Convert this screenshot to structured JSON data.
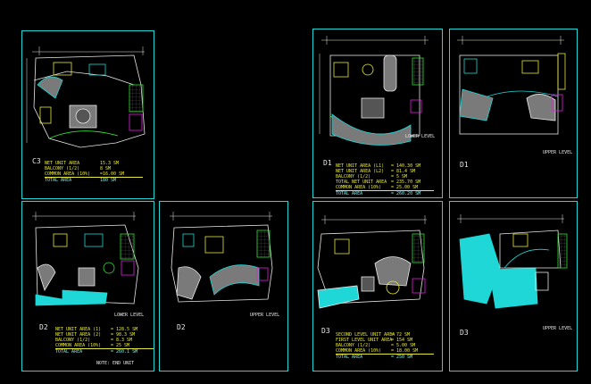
{
  "panels": {
    "c3": {
      "label": "C3",
      "rows": [
        {
          "k": "NET UNIT AREA",
          "v": "15.3 SM"
        },
        {
          "k": "BALCONY (1/2)",
          "v": "8 SM"
        },
        {
          "k": "COMMON AREA (10%)",
          "v": "=16.00 SM"
        },
        {
          "k": "TOTAL AREA",
          "v": "180 SM"
        }
      ]
    },
    "d1a": {
      "label": "D1",
      "level": "LOWER LEVEL",
      "rows": [
        {
          "k": "NET UNIT AREA (L1)",
          "v": "= 140.30 SM"
        },
        {
          "k": "NET UNIT AREA (L2)",
          "v": "= 81.4 SM"
        },
        {
          "k": "BALCONY (1/2)",
          "v": "= 5 SM"
        },
        {
          "k": "TOTAL NET UNIT AREA",
          "v": "= 235.70 SM"
        },
        {
          "k": "COMMON AREA (10%)",
          "v": "= 25.00 SM"
        },
        {
          "k": "TOTAL AREA",
          "v": "= 260.20 SM"
        }
      ]
    },
    "d1b": {
      "label": "D1",
      "level": "UPPER LEVEL"
    },
    "d2a": {
      "label": "D2",
      "level": "LOWER LEVEL",
      "rows": [
        {
          "k": "NET UNIT AREA (1)",
          "v": "= 128.5 SM"
        },
        {
          "k": "NET UNIT AREA (2)",
          "v": "= 98.3 SM"
        },
        {
          "k": "BALCONY (1/2)",
          "v": "= 8.3 SM"
        },
        {
          "k": "COMMON AREA (10%)",
          "v": "= 25 SM"
        },
        {
          "k": "TOTAL AREA",
          "v": "= 260.1 SM"
        }
      ],
      "note": "NOTE: END UNIT"
    },
    "d2b": {
      "label": "D2",
      "level": "UPPER LEVEL"
    },
    "d3a": {
      "label": "D3",
      "rows": [
        {
          "k": "SECOND LEVEL UNIT AREA",
          "v": "= 72 SM"
        },
        {
          "k": "FIRST LEVEL UNIT AREA",
          "v": "= 154 SM"
        },
        {
          "k": "BALCONY (1/2)",
          "v": "= 5.00 SM"
        },
        {
          "k": "COMMON AREA (10%)",
          "v": "= 18.00 SM"
        },
        {
          "k": "TOTAL AREA",
          "v": "= 250 SM"
        }
      ]
    },
    "d3b": {
      "label": "D3",
      "level": "UPPER LEVEL"
    }
  },
  "colors": {
    "frame": "#1fd7d7",
    "wall": "#e8e8e8",
    "furniture": "#7a7a7a",
    "yellow": "#e8e83a",
    "green": "#2fe02f",
    "magenta": "#e020e0",
    "cyan": "#1fd7d7"
  }
}
